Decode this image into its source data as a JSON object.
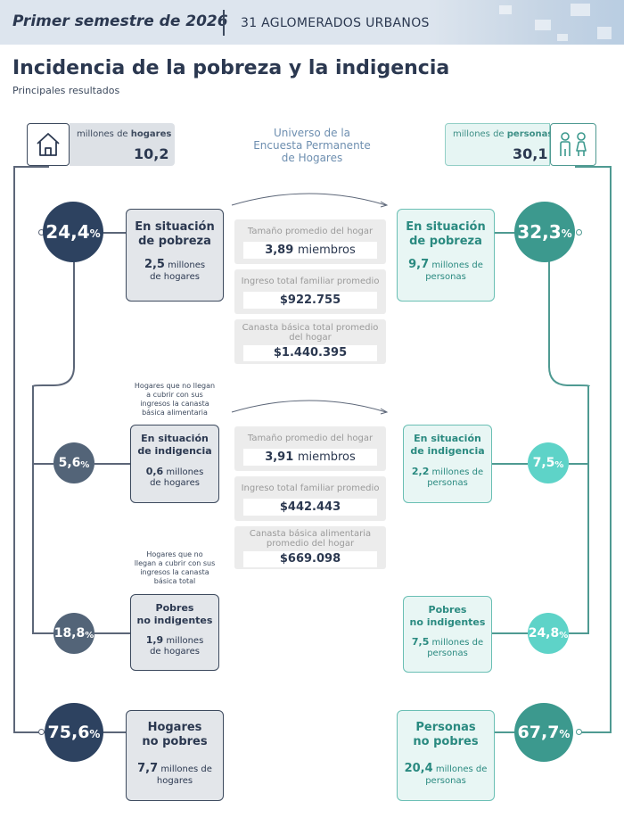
{
  "header": {
    "semester": "Primer semestre de 2026",
    "scope": "31 AGLOMERADOS URBANOS"
  },
  "title": "Incidencia de la pobreza y la indigencia",
  "subtitle": "Principales resultados",
  "universe": {
    "label_line1": "Universo de la",
    "label_line2": "Encuesta Permanente",
    "label_line3": "de Hogares",
    "households_prefix": "millones de ",
    "households_bold": "hogares",
    "households_value": "10,2",
    "persons_prefix": "millones de ",
    "persons_bold": "personas",
    "persons_value": "30,1"
  },
  "poverty": {
    "households_pct": "24,4",
    "persons_pct": "32,3",
    "households_title1": "En situación",
    "households_title2": "de pobreza",
    "households_value": "2,5",
    "households_unit1": "millones",
    "households_unit2": "de hogares",
    "persons_title1": "En situación",
    "persons_title2": "de pobreza",
    "persons_value": "9,7",
    "persons_unit1": "millones de",
    "persons_unit2": "personas",
    "stats": [
      {
        "label": "Tamaño promedio del hogar",
        "value": "3,89",
        "unit": "miembros"
      },
      {
        "label": "Ingreso total familiar promedio",
        "value": "$922.755"
      },
      {
        "label": "Canasta básica total promedio",
        "label2": "del hogar",
        "value": "$1.440.395"
      }
    ]
  },
  "indigence": {
    "note1": "Hogares que no llegan",
    "note2": "a cubrir con sus",
    "note3": "ingresos la canasta",
    "note4": "básica alimentaria",
    "households_pct": "5,6",
    "persons_pct": "7,5",
    "households_title1": "En situación",
    "households_title2": "de indigencia",
    "households_value": "0,6",
    "households_unit1": "millones",
    "households_unit2": "de hogares",
    "persons_title1": "En situación",
    "persons_title2": "de indigencia",
    "persons_value": "2,2",
    "persons_unit1": "millones de",
    "persons_unit2": "personas",
    "stats": [
      {
        "label": "Tamaño promedio del hogar",
        "value": "3,91",
        "unit": "miembros"
      },
      {
        "label": "Ingreso total familiar promedio",
        "value": "$442.443"
      },
      {
        "label": "Canasta básica alimentaria",
        "label2": "promedio del hogar",
        "value": "$669.098"
      }
    ]
  },
  "non_indigent_poor": {
    "note1": "Hogares que no",
    "note2": "llegan a cubrir con sus",
    "note3": "ingresos la canasta",
    "note4": "básica total",
    "households_pct": "18,8",
    "persons_pct": "24,8",
    "households_title1": "Pobres",
    "households_title2": "no indigentes",
    "households_value": "1,9",
    "households_unit1": "millones",
    "households_unit2": "de hogares",
    "persons_title1": "Pobres",
    "persons_title2": "no indigentes",
    "persons_value": "7,5",
    "persons_unit1": "millones de",
    "persons_unit2": "personas"
  },
  "non_poor": {
    "households_pct": "75,6",
    "persons_pct": "67,7",
    "households_title1": "Hogares",
    "households_title2": "no pobres",
    "households_value": "7,7",
    "households_unit1": "millones de",
    "households_unit2": "hogares",
    "persons_title1": "Personas",
    "persons_title2": "no pobres",
    "persons_value": "20,4",
    "persons_unit1": "millones de",
    "persons_unit2": "personas"
  },
  "percent_sign": "%",
  "colors": {
    "navy": "#2d4260",
    "slate": "#536478",
    "teal": "#3c998e",
    "light_teal": "#5ed3c8",
    "text": "#2b3850"
  },
  "icons": [
    "house-icon",
    "people-icon",
    "arrow-right-icon"
  ]
}
